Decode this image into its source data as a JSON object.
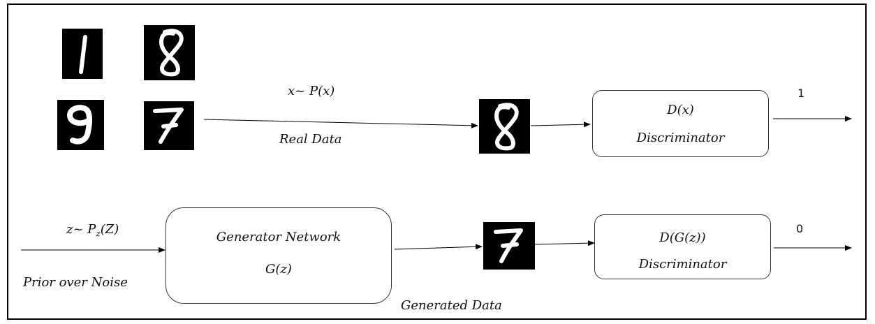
{
  "real_branch": {
    "sample_label": "x~ P(x)",
    "data_label": "Real Data"
  },
  "fake_branch": {
    "noise_label": "z~ P_z(Z)",
    "noise_sub": "z",
    "noise_caption": "Prior over Noise",
    "generated_caption": "Generated Data"
  },
  "generator": {
    "title": "Generator Network",
    "func": "G(z)"
  },
  "discriminator_real": {
    "func": "D(x)",
    "title": "Discriminator",
    "output": "1"
  },
  "discriminator_fake": {
    "func": "D(G(z))",
    "title": "Discriminator",
    "output": "0"
  },
  "digits": [
    "1",
    "8",
    "9",
    "7",
    "8",
    "7"
  ]
}
